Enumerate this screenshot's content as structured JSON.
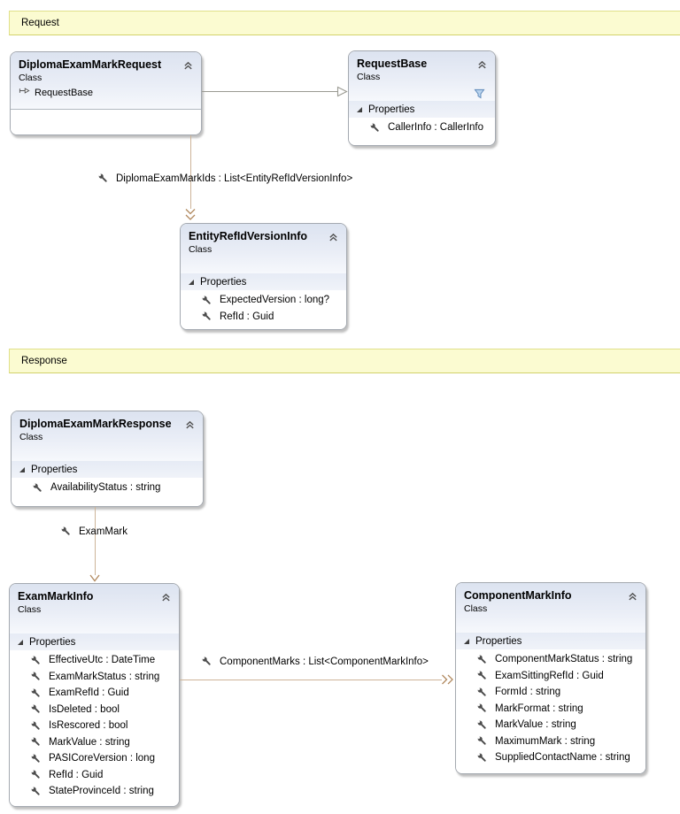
{
  "banners": {
    "request": "Request",
    "response": "Response"
  },
  "boxes": {
    "diplomaExamMarkRequest": {
      "title": "DiplomaExamMarkRequest",
      "kind": "Class",
      "base": "RequestBase"
    },
    "requestBase": {
      "title": "RequestBase",
      "kind": "Class",
      "section": "Properties",
      "properties": [
        "CallerInfo : CallerInfo"
      ]
    },
    "entityRefIdVersionInfo": {
      "title": "EntityRefIdVersionInfo",
      "kind": "Class",
      "section": "Properties",
      "properties": [
        "ExpectedVersion : long?",
        "RefId : Guid"
      ]
    },
    "diplomaExamMarkResponse": {
      "title": "DiplomaExamMarkResponse",
      "kind": "Class",
      "section": "Properties",
      "properties": [
        "AvailabilityStatus : string"
      ]
    },
    "examMarkInfo": {
      "title": "ExamMarkInfo",
      "kind": "Class",
      "section": "Properties",
      "properties": [
        "EffectiveUtc : DateTime",
        "ExamMarkStatus : string",
        "ExamRefId : Guid",
        "IsDeleted : bool",
        "IsRescored : bool",
        "MarkValue : string",
        "PASICoreVersion : long",
        "RefId : Guid",
        "StateProvinceId : string"
      ]
    },
    "componentMarkInfo": {
      "title": "ComponentMarkInfo",
      "kind": "Class",
      "section": "Properties",
      "properties": [
        "ComponentMarkStatus : string",
        "ExamSittingRefId : Guid",
        "FormId : string",
        "MarkFormat : string",
        "MarkValue : string",
        "MaximumMark : string",
        "SuppliedContactName : string"
      ]
    }
  },
  "connectors": {
    "diplomaExamMarkIds": {
      "label": "DiplomaExamMarkIds : List<EntityRefIdVersionInfo>"
    },
    "examMark": {
      "label": "ExamMark"
    },
    "componentMarks": {
      "label": "ComponentMarks : List<ComponentMarkInfo>"
    }
  },
  "colors": {
    "bannerBg": "#fbfbd1",
    "bannerBorder": "#e0e08a",
    "assocLine": "#cdb498",
    "assocHead": "#b1895f",
    "inheritLine": "#9a9a92",
    "boxBorder": "#a4a9b0",
    "headerTop": "#dce3f0",
    "headerBottom": "#f6f8fc",
    "bandTop": "#e6ebf5",
    "bandBottom": "#f0f3f9"
  }
}
